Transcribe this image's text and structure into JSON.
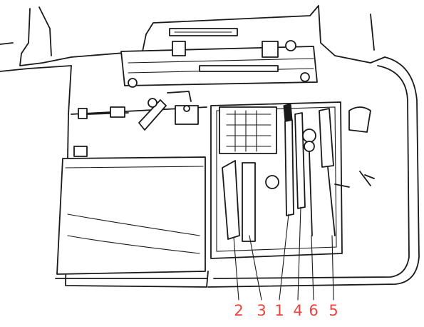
{
  "accent_color": "#e8453c",
  "line_color": "#1a1a1a",
  "callouts": [
    {
      "label": "2"
    },
    {
      "label": "3"
    },
    {
      "label": "1"
    },
    {
      "label": "4"
    },
    {
      "label": "6"
    },
    {
      "label": "5"
    }
  ]
}
